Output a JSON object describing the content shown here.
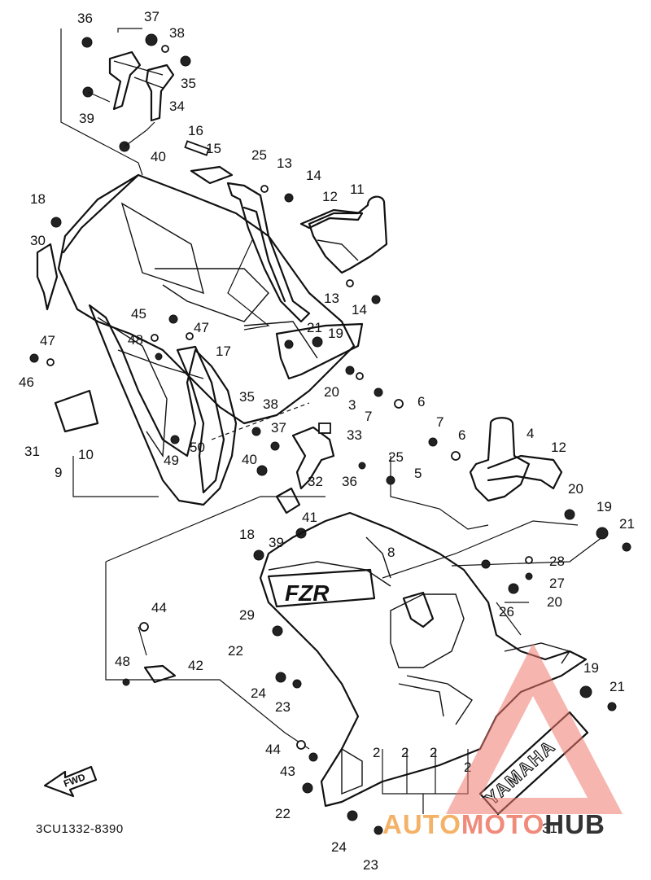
{
  "diagram": {
    "reference_code": "3CU1332-8390",
    "front_label": "FWD",
    "emblem_fzr": "FZR",
    "emblem_yamaha": "YAMAHA",
    "callouts": [
      {
        "id": "c36",
        "text": "36"
      },
      {
        "id": "c37a",
        "text": "37"
      },
      {
        "id": "c38a",
        "text": "38"
      },
      {
        "id": "c35a",
        "text": "35"
      },
      {
        "id": "c34",
        "text": "34"
      },
      {
        "id": "c39a",
        "text": "39"
      },
      {
        "id": "c40a",
        "text": "40"
      },
      {
        "id": "c16",
        "text": "16"
      },
      {
        "id": "c15",
        "text": "15"
      },
      {
        "id": "c25a",
        "text": "25"
      },
      {
        "id": "c13a",
        "text": "13"
      },
      {
        "id": "c14a",
        "text": "14"
      },
      {
        "id": "c12a",
        "text": "12"
      },
      {
        "id": "c11",
        "text": "11"
      },
      {
        "id": "c18a",
        "text": "18"
      },
      {
        "id": "c30",
        "text": "30"
      },
      {
        "id": "c13b",
        "text": "13"
      },
      {
        "id": "c14b",
        "text": "14"
      },
      {
        "id": "c45",
        "text": "45"
      },
      {
        "id": "c48a",
        "text": "48"
      },
      {
        "id": "c47a",
        "text": "47"
      },
      {
        "id": "c21a",
        "text": "21"
      },
      {
        "id": "c19a",
        "text": "19"
      },
      {
        "id": "c47b",
        "text": "47"
      },
      {
        "id": "c46",
        "text": "46"
      },
      {
        "id": "c17",
        "text": "17"
      },
      {
        "id": "c20a",
        "text": "20"
      },
      {
        "id": "c3",
        "text": "3"
      },
      {
        "id": "c35b",
        "text": "35"
      },
      {
        "id": "c38b",
        "text": "38"
      },
      {
        "id": "c7a",
        "text": "7"
      },
      {
        "id": "c6a",
        "text": "6"
      },
      {
        "id": "c37b",
        "text": "37"
      },
      {
        "id": "c33",
        "text": "33"
      },
      {
        "id": "c31a",
        "text": "31"
      },
      {
        "id": "c10",
        "text": "10"
      },
      {
        "id": "c50",
        "text": "50"
      },
      {
        "id": "c7b",
        "text": "7"
      },
      {
        "id": "c6b",
        "text": "6"
      },
      {
        "id": "c4",
        "text": "4"
      },
      {
        "id": "c12b",
        "text": "12"
      },
      {
        "id": "c9",
        "text": "9"
      },
      {
        "id": "c49",
        "text": "49"
      },
      {
        "id": "c40b",
        "text": "40"
      },
      {
        "id": "c32",
        "text": "32"
      },
      {
        "id": "c36b",
        "text": "36"
      },
      {
        "id": "c25b",
        "text": "25"
      },
      {
        "id": "c5",
        "text": "5"
      },
      {
        "id": "c20b",
        "text": "20"
      },
      {
        "id": "c19b",
        "text": "19"
      },
      {
        "id": "c21b",
        "text": "21"
      },
      {
        "id": "c41",
        "text": "41"
      },
      {
        "id": "c18b",
        "text": "18"
      },
      {
        "id": "c39b",
        "text": "39"
      },
      {
        "id": "c8",
        "text": "8"
      },
      {
        "id": "c28",
        "text": "28"
      },
      {
        "id": "c27",
        "text": "27"
      },
      {
        "id": "c29",
        "text": "29"
      },
      {
        "id": "c26",
        "text": "26"
      },
      {
        "id": "c20c",
        "text": "20"
      },
      {
        "id": "c44a",
        "text": "44"
      },
      {
        "id": "c22a",
        "text": "22"
      },
      {
        "id": "c48b",
        "text": "48"
      },
      {
        "id": "c42",
        "text": "42"
      },
      {
        "id": "c19c",
        "text": "19"
      },
      {
        "id": "c21c",
        "text": "21"
      },
      {
        "id": "c24a",
        "text": "24"
      },
      {
        "id": "c23a",
        "text": "23"
      },
      {
        "id": "c44b",
        "text": "44"
      },
      {
        "id": "c2a",
        "text": "2"
      },
      {
        "id": "c2b",
        "text": "2"
      },
      {
        "id": "c43",
        "text": "43"
      },
      {
        "id": "c2c",
        "text": "2"
      },
      {
        "id": "c2d",
        "text": "2"
      },
      {
        "id": "c22b",
        "text": "22"
      },
      {
        "id": "c31b",
        "text": "31"
      },
      {
        "id": "c24b",
        "text": "24"
      },
      {
        "id": "c23b",
        "text": "23"
      }
    ]
  },
  "watermark": {
    "part1": "AUTO",
    "part2": "MOTO",
    "part3": "HUB",
    "color_auto": "#f4b266",
    "color_moto": "#f08a7a",
    "color_triangle": "#f07a6e"
  }
}
